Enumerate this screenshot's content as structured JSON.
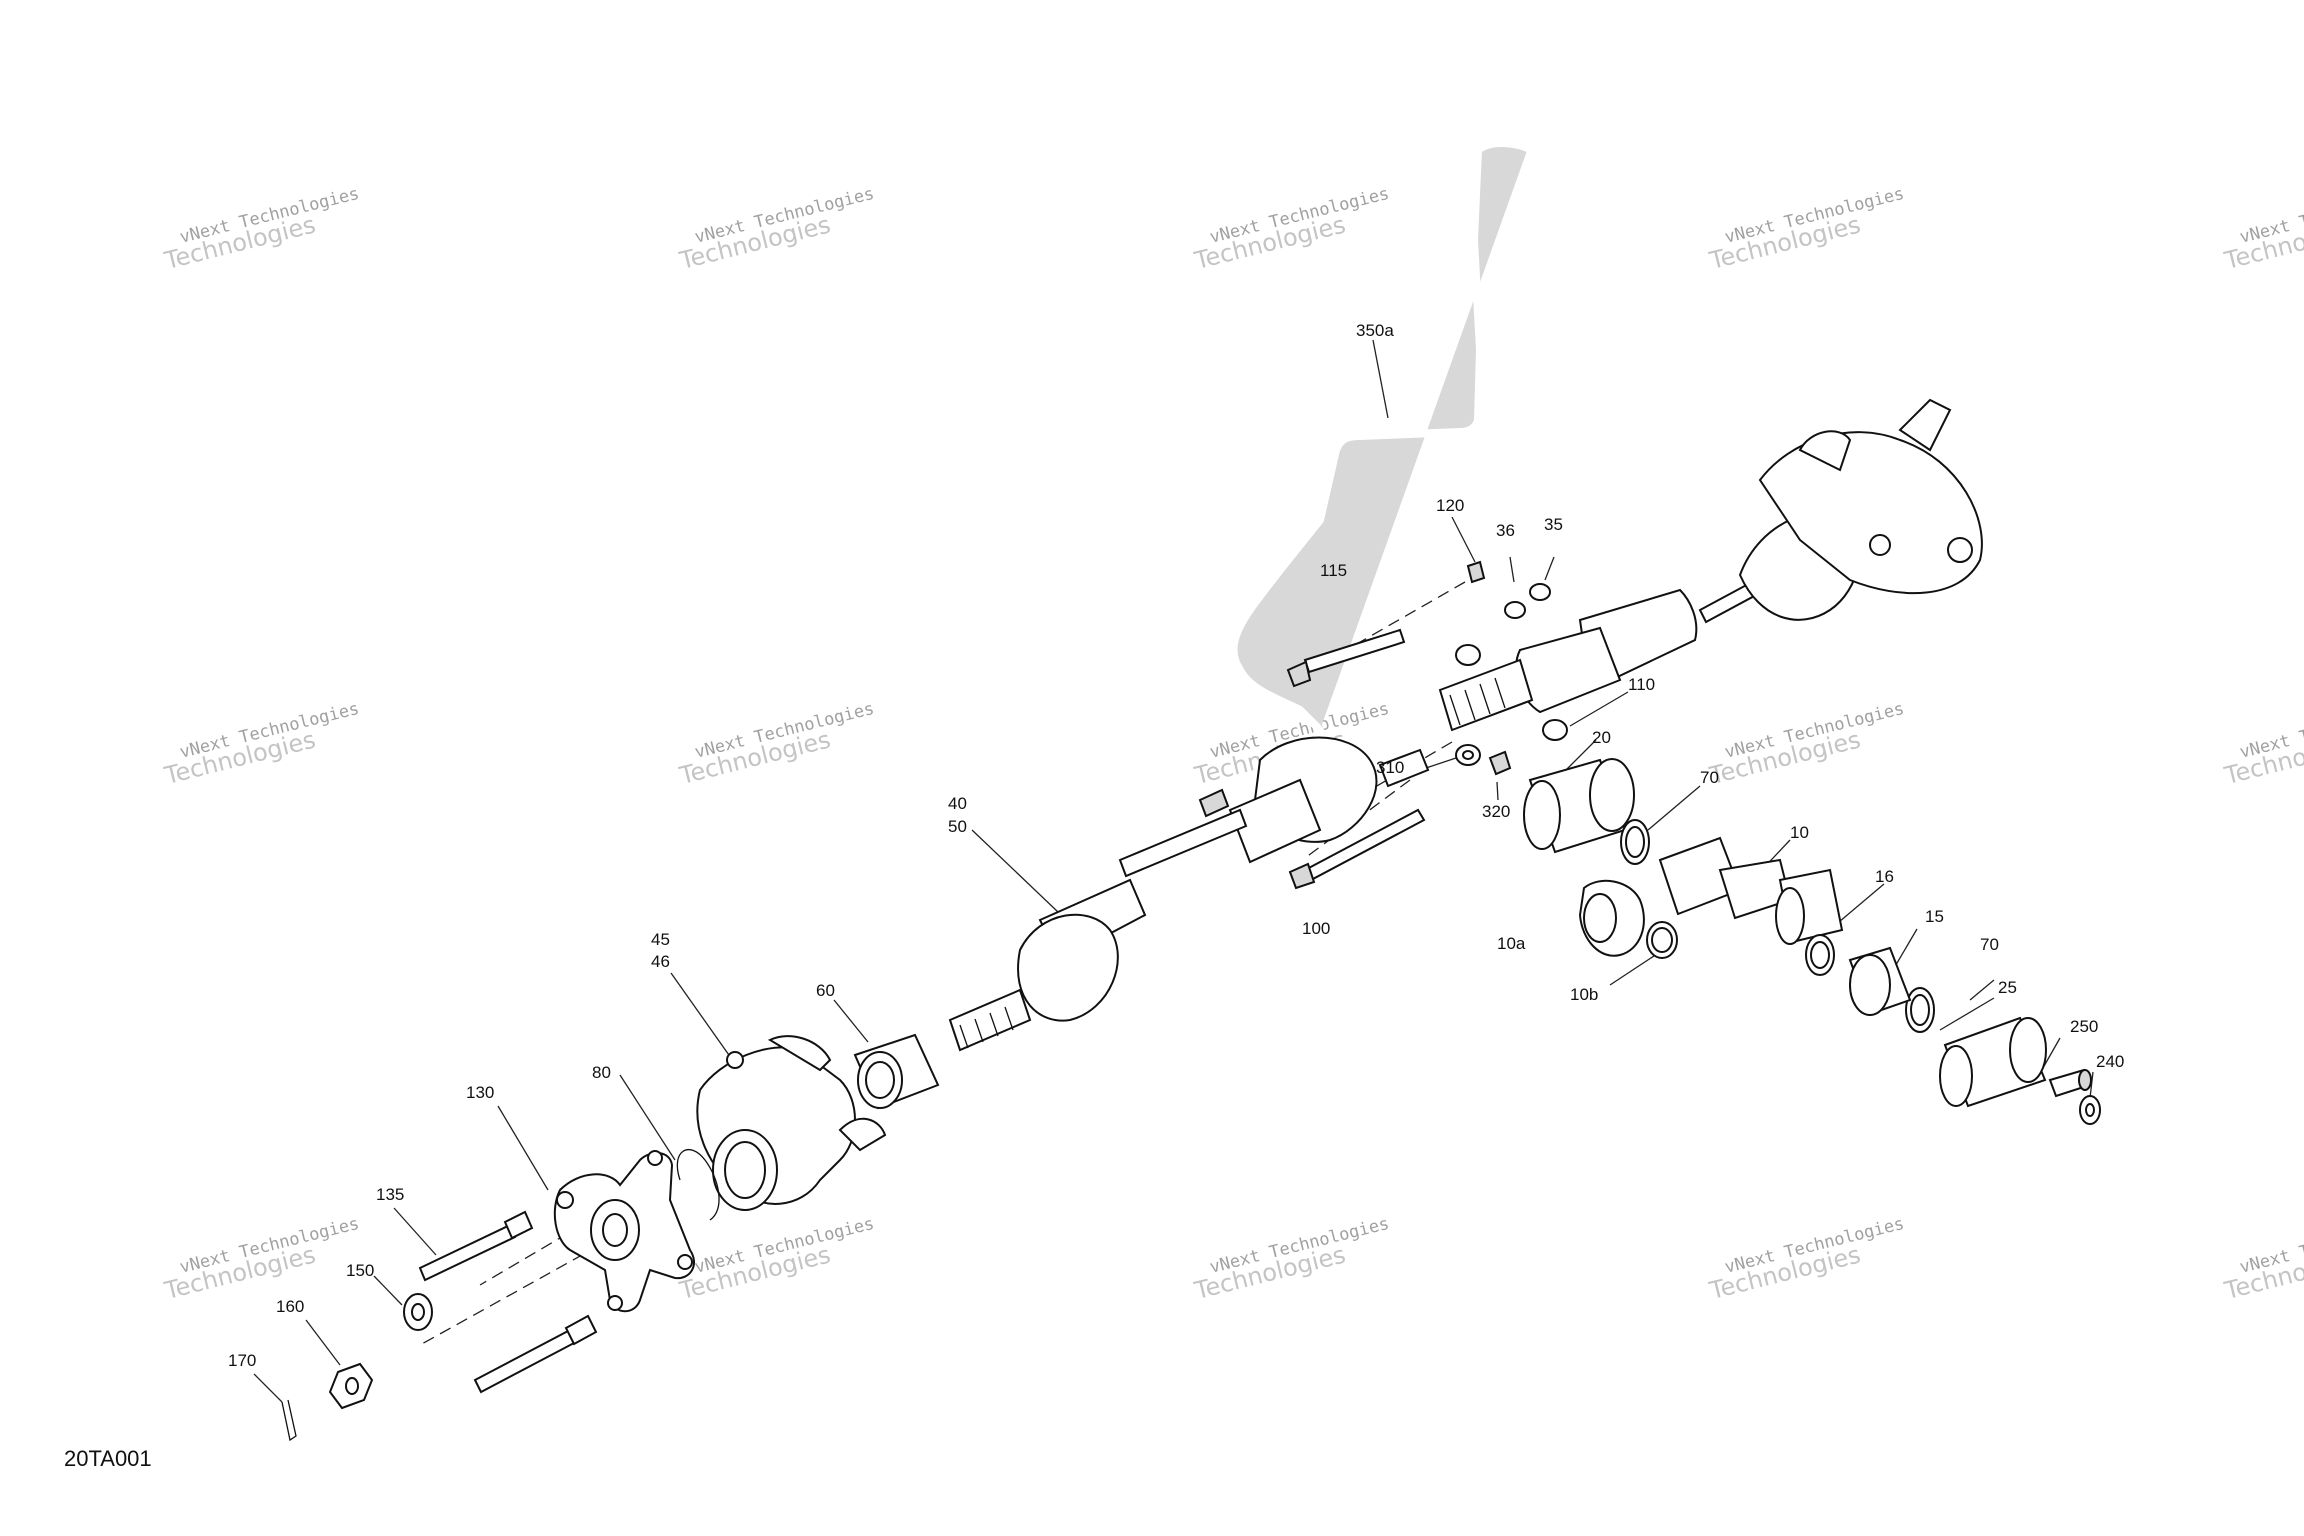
{
  "diagram_code": "20TA001",
  "watermark": {
    "line1": "vNext Technologies",
    "line2": "Technologies"
  },
  "callouts": [
    {
      "id": "350a",
      "text": "350a"
    },
    {
      "id": "120",
      "text": "120"
    },
    {
      "id": "36",
      "text": "36"
    },
    {
      "id": "35",
      "text": "35"
    },
    {
      "id": "115",
      "text": "115"
    },
    {
      "id": "110",
      "text": "110"
    },
    {
      "id": "20",
      "text": "20"
    },
    {
      "id": "310",
      "text": "310"
    },
    {
      "id": "320",
      "text": "320"
    },
    {
      "id": "70a",
      "text": "70"
    },
    {
      "id": "10",
      "text": "10"
    },
    {
      "id": "40",
      "text": "40"
    },
    {
      "id": "50",
      "text": "50"
    },
    {
      "id": "100",
      "text": "100"
    },
    {
      "id": "16",
      "text": "16"
    },
    {
      "id": "15",
      "text": "15"
    },
    {
      "id": "70b",
      "text": "70"
    },
    {
      "id": "10a",
      "text": "10a"
    },
    {
      "id": "10b",
      "text": "10b"
    },
    {
      "id": "45",
      "text": "45"
    },
    {
      "id": "46",
      "text": "46"
    },
    {
      "id": "60",
      "text": "60"
    },
    {
      "id": "25",
      "text": "25"
    },
    {
      "id": "250",
      "text": "250"
    },
    {
      "id": "240",
      "text": "240"
    },
    {
      "id": "80",
      "text": "80"
    },
    {
      "id": "130",
      "text": "130"
    },
    {
      "id": "135",
      "text": "135"
    },
    {
      "id": "150",
      "text": "150"
    },
    {
      "id": "160",
      "text": "160"
    },
    {
      "id": "170",
      "text": "170"
    }
  ]
}
